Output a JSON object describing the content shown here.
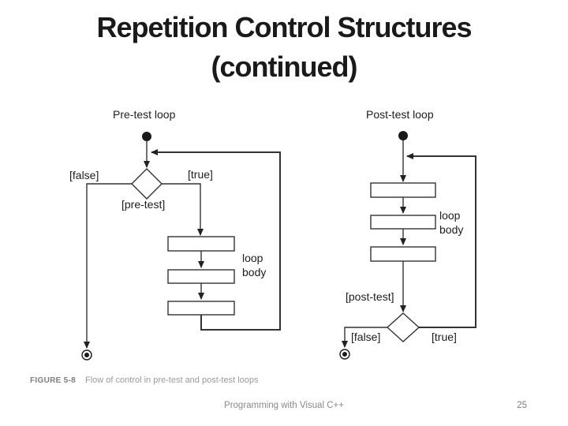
{
  "slide": {
    "title_line1": "Repetition Control Structures",
    "title_line2": "(continued)",
    "footer_text": "Programming with Visual C++",
    "page_number": "25"
  },
  "figure_caption": {
    "label": "FIGURE 5-8",
    "text": "Flow of control in pre-test and post-test loops"
  },
  "pretest_diagram": {
    "title": "Pre-test loop",
    "false_label": "[false]",
    "true_label": "[true]",
    "condition_label": "[pre-test]",
    "loop_body_label": "loop body"
  },
  "posttest_diagram": {
    "title": "Post-test loop",
    "false_label": "[false]",
    "true_label": "[true]",
    "condition_label": "[post-test]",
    "loop_body_label": "loop body"
  },
  "colors": {
    "diagram_line": "#333333",
    "title_text": "#1a1a1a",
    "caption_gray": "#9b9b9b",
    "footer_gray": "#8a8a8a"
  }
}
